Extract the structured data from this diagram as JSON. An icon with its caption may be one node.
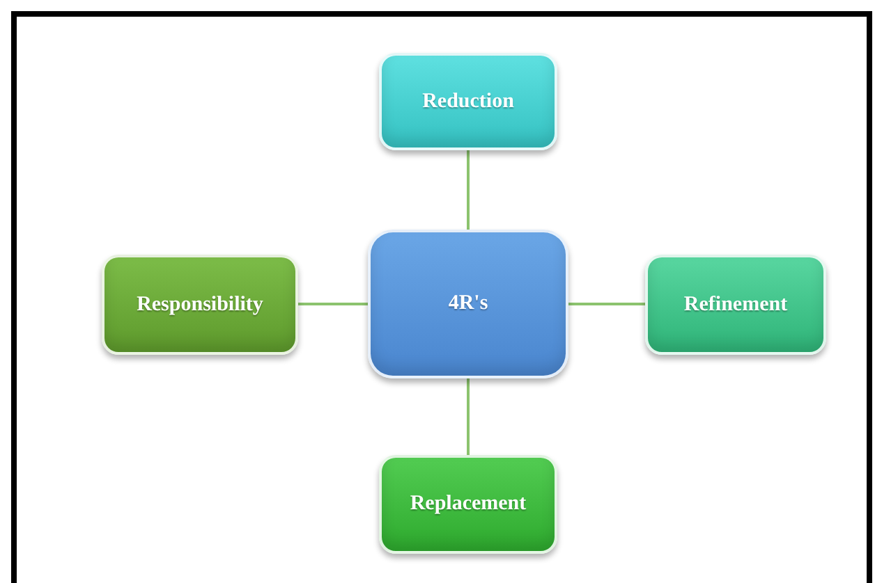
{
  "diagram": {
    "nodes": [
      {
        "text": [
          "4R's"
        ]
      },
      {
        "text": [
          "Reduction"
        ]
      },
      {
        "text": [
          "Responsibility"
        ]
      },
      {
        "text": [
          "Refinement"
        ]
      },
      {
        "text": [
          "Replacement"
        ]
      }
    ],
    "edges": [
      {
        "from": 0,
        "to": 1,
        "arrow": "none"
      },
      {
        "from": 0,
        "to": 2,
        "arrow": "none"
      },
      {
        "from": 0,
        "to": 3,
        "arrow": "none"
      },
      {
        "from": 0,
        "to": 4,
        "arrow": "none"
      }
    ]
  }
}
